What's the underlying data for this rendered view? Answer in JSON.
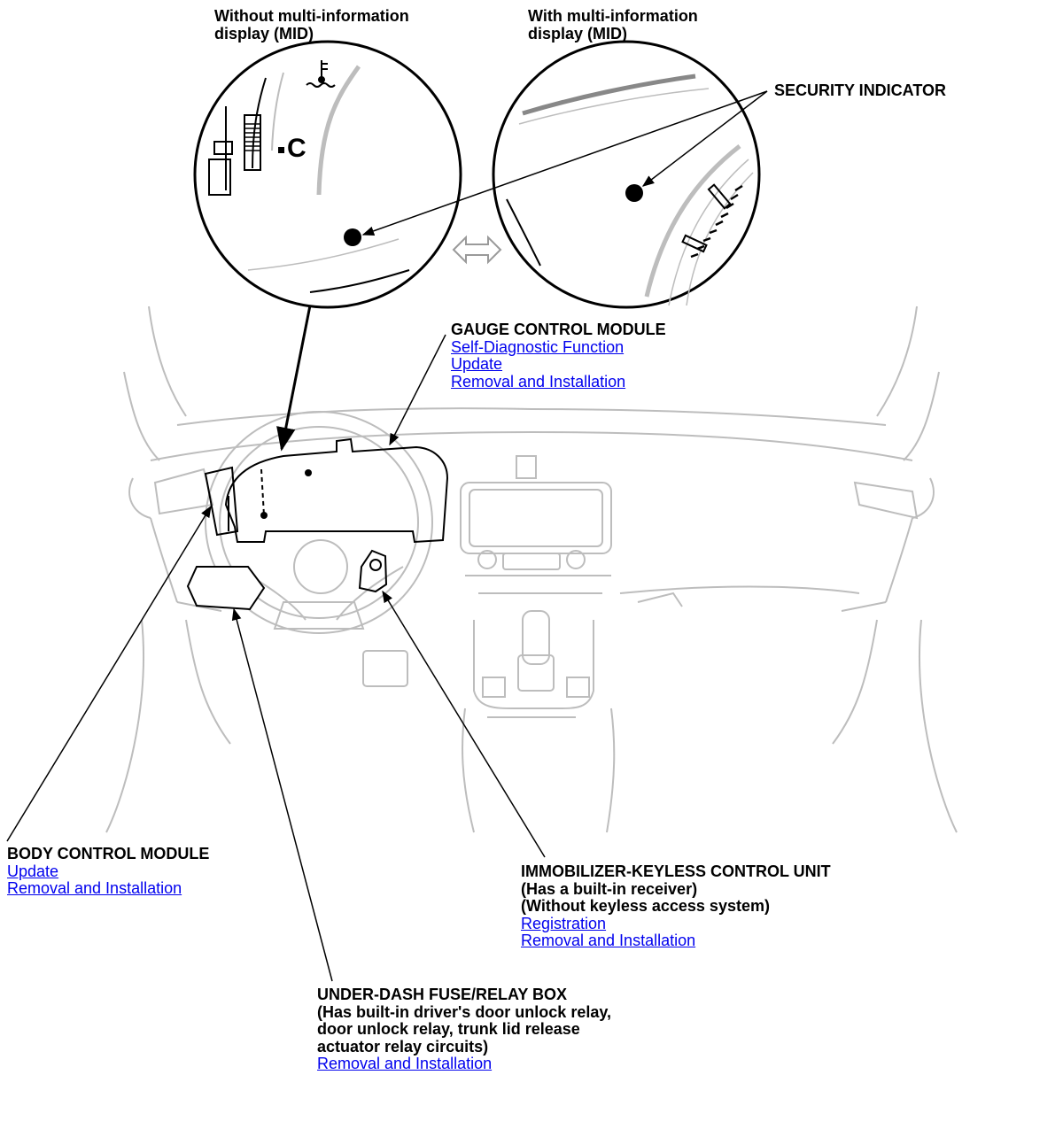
{
  "captions": {
    "without_mid": [
      "Without multi-information",
      "display (MID)"
    ],
    "with_mid": [
      "With multi-information",
      "display (MID)"
    ],
    "celsius": "C"
  },
  "security_indicator": "SECURITY INDICATOR",
  "gauge_control_module": {
    "title": "GAUGE CONTROL MODULE",
    "links": [
      "Self-Diagnostic Function",
      "Update",
      "Removal and Installation"
    ]
  },
  "body_control_module": {
    "title": "BODY CONTROL MODULE",
    "links": [
      "Update",
      "Removal and Installation"
    ]
  },
  "immobilizer": {
    "lines": [
      "IMMOBILIZER-KEYLESS CONTROL UNIT",
      "(Has a built-in receiver)",
      "(Without keyless access system)"
    ],
    "links": [
      "Registration",
      "Removal and Installation"
    ]
  },
  "under_dash": {
    "lines": [
      "UNDER-DASH FUSE/RELAY BOX",
      "(Has built-in driver's door unlock relay,",
      "door unlock relay, trunk lid release",
      "actuator relay circuits)"
    ],
    "links": [
      "Removal and Installation"
    ]
  },
  "colors": {
    "link": "#0000ee",
    "line_art": "#bdbdbd",
    "leader": "#000000"
  }
}
